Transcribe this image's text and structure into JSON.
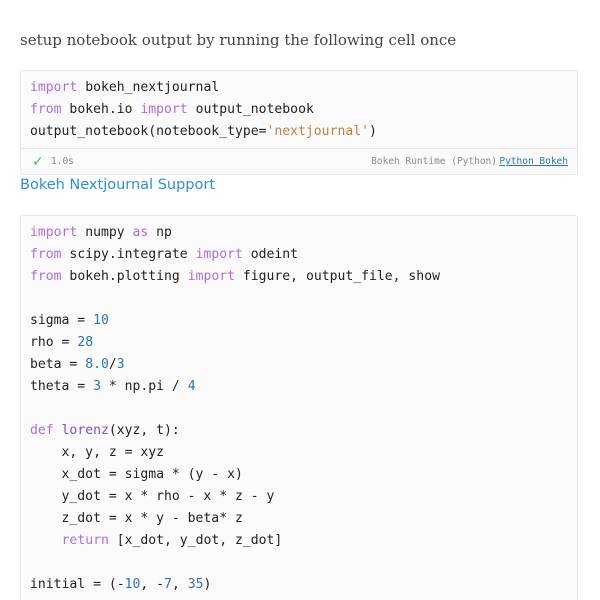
{
  "intro_text": "setup notebook output by running the following cell once",
  "cell1": {
    "lines": [
      [
        {
          "t": "import",
          "c": "kw"
        },
        {
          "t": " bokeh_nextjournal",
          "c": ""
        }
      ],
      [
        {
          "t": "from",
          "c": "kw"
        },
        {
          "t": " bokeh.io ",
          "c": ""
        },
        {
          "t": "import",
          "c": "kw"
        },
        {
          "t": " output_notebook",
          "c": ""
        }
      ],
      [
        {
          "t": "output_notebook(notebook_type=",
          "c": ""
        },
        {
          "t": "'nextjournal'",
          "c": "st"
        },
        {
          "t": ")",
          "c": ""
        }
      ]
    ],
    "status_icon": "check-icon",
    "duration": "1.0s",
    "runtime_label": "Bokeh Runtime (Python)",
    "runtime_link": "Python Bokeh"
  },
  "section_link": "Bokeh Nextjournal Support",
  "cell2": {
    "lines": [
      [
        {
          "t": "import",
          "c": "kw"
        },
        {
          "t": " numpy ",
          "c": ""
        },
        {
          "t": "as",
          "c": "kw"
        },
        {
          "t": " np",
          "c": ""
        }
      ],
      [
        {
          "t": "from",
          "c": "kw"
        },
        {
          "t": " scipy.integrate ",
          "c": ""
        },
        {
          "t": "import",
          "c": "kw"
        },
        {
          "t": " odeint",
          "c": ""
        }
      ],
      [
        {
          "t": "from",
          "c": "kw"
        },
        {
          "t": " bokeh.plotting ",
          "c": ""
        },
        {
          "t": "import",
          "c": "kw"
        },
        {
          "t": " figure, output_file, show",
          "c": ""
        }
      ],
      [],
      [
        {
          "t": "sigma = ",
          "c": ""
        },
        {
          "t": "10",
          "c": "nm"
        }
      ],
      [
        {
          "t": "rho = ",
          "c": ""
        },
        {
          "t": "28",
          "c": "nm"
        }
      ],
      [
        {
          "t": "beta = ",
          "c": ""
        },
        {
          "t": "8.0",
          "c": "nm"
        },
        {
          "t": "/",
          "c": ""
        },
        {
          "t": "3",
          "c": "nm"
        }
      ],
      [
        {
          "t": "theta = ",
          "c": ""
        },
        {
          "t": "3",
          "c": "nm"
        },
        {
          "t": " * np.pi / ",
          "c": ""
        },
        {
          "t": "4",
          "c": "nm"
        }
      ],
      [],
      [
        {
          "t": "def",
          "c": "kw"
        },
        {
          "t": " ",
          "c": ""
        },
        {
          "t": "lorenz",
          "c": "fn"
        },
        {
          "t": "(xyz, t):",
          "c": ""
        }
      ],
      [
        {
          "t": "    x, y, z = xyz",
          "c": ""
        }
      ],
      [
        {
          "t": "    x_dot = sigma * (y - x)",
          "c": ""
        }
      ],
      [
        {
          "t": "    y_dot = x * rho - x * z - y",
          "c": ""
        }
      ],
      [
        {
          "t": "    z_dot = x * y - beta* z",
          "c": ""
        }
      ],
      [
        {
          "t": "    ",
          "c": ""
        },
        {
          "t": "return",
          "c": "kw"
        },
        {
          "t": " [x_dot, y_dot, z_dot]",
          "c": ""
        }
      ],
      [],
      [
        {
          "t": "initial = (-",
          "c": ""
        },
        {
          "t": "10",
          "c": "nm"
        },
        {
          "t": ", -",
          "c": ""
        },
        {
          "t": "7",
          "c": "nm"
        },
        {
          "t": ", ",
          "c": ""
        },
        {
          "t": "35",
          "c": "nm"
        },
        {
          "t": ")",
          "c": ""
        }
      ]
    ]
  },
  "colors": {
    "keyword": "#b06edb",
    "string": "#c08040",
    "number": "#2d74b5",
    "function": "#7c4dd6",
    "link": "#2d8fd8",
    "success": "#4fb36d"
  }
}
